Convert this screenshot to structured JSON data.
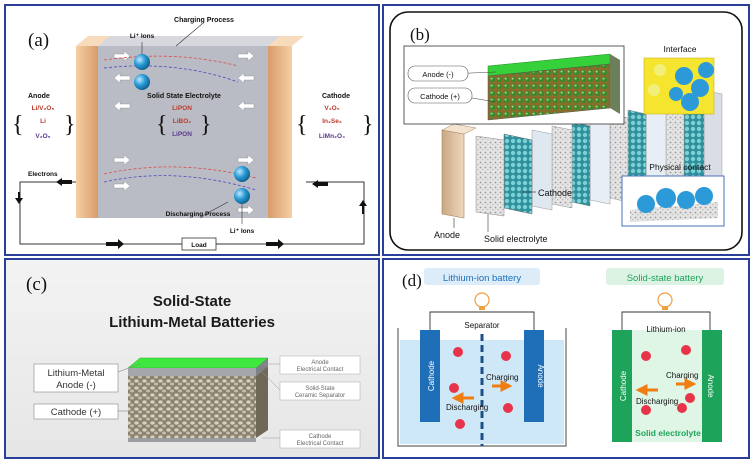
{
  "panel_a": {
    "label": "(a)",
    "li_ions_top": "Li⁺ Ions",
    "charging_process": "Charging Process",
    "anode_title": "Anode",
    "anode_items": [
      "Li/V₂O₅",
      "Li",
      "V₂O₅"
    ],
    "sse_title": "Solid State Electrolyte",
    "sse_items": [
      "LiPON",
      "LiBO₂",
      "LiPON"
    ],
    "cathode_title": "Cathode",
    "cathode_items": [
      "V₂O₅",
      "In₂Se₃",
      "LiMn₂O₄"
    ],
    "electrons": "Electrons",
    "discharging_process": "Discharging Process",
    "li_ions_bottom": "Li⁺ Ions",
    "load": "Load"
  },
  "panel_b": {
    "label": "(b)",
    "anode_minus": "Anode (-)",
    "cathode_plus": "Cathode (+)",
    "interface": "Interface",
    "physical_contact": "Physical contact",
    "cathode": "Cathode",
    "anode": "Anode",
    "solid_electrolyte": "Solid electrolyte"
  },
  "panel_c": {
    "label": "(c)",
    "title_line1": "Solid-State",
    "title_line2": "Lithium-Metal Batteries",
    "lithium_metal_1": "Lithium-Metal",
    "lithium_metal_2": "Anode (-)",
    "cathode_plus": "Cathode (+)",
    "anode_contact_1": "Anode",
    "anode_contact_2": "Electrical Contact",
    "separator_1": "Solid-State",
    "separator_2": "Ceramic Separator",
    "cathode_contact_1": "Cathode",
    "cathode_contact_2": "Electrical Contact"
  },
  "panel_d": {
    "label": "(d)",
    "li_ion_battery": "Lithium-ion battery",
    "solid_state_battery": "Solid-state battery",
    "separator": "Separator",
    "cathode_left": "Cathode",
    "anode_left": "Anode",
    "charging_left": "Charging",
    "discharging_left": "Discharging",
    "lithium_ion": "Lithium-ion",
    "cathode_right": "Cathode",
    "anode_right": "Anode",
    "charging_right": "Charging",
    "discharging_right": "Discharging",
    "solid_electrolyte": "Solid electrolyte"
  },
  "colors": {
    "panel_border": "#2a3f9a",
    "electrode_tan": "#e9b98a",
    "electrolyte_gray": "#b9bcc4",
    "ion_blue": "#2a9bd6",
    "red_text": "#c0392b",
    "purple_text": "#5b3a8c",
    "lion_blue": "#1e6fb8",
    "ss_green": "#1ea45a",
    "liquid_blue": "#cfe8f7",
    "ion_red": "#e8344a",
    "arrow_orange": "#f07d12"
  }
}
